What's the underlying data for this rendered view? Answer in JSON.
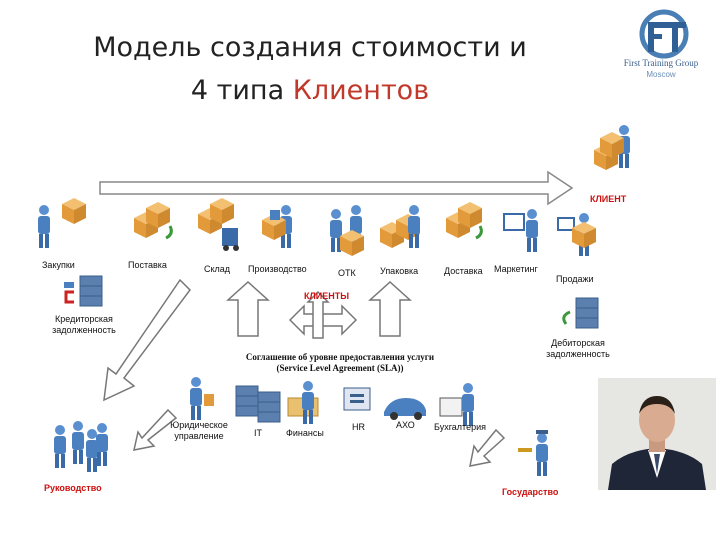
{
  "title": {
    "line1": "Модель создания стоимости и",
    "line2_prefix": "4 типа ",
    "line2_accent": "Клиентов"
  },
  "logo": {
    "text": "First Training Group",
    "sub": "Moscow"
  },
  "colors": {
    "accent": "#c0392b",
    "figure_blue": "#4a7fc0",
    "box_orange": "#e8a040",
    "green_arrow": "#3a9a3a",
    "red_arrow": "#cc2222"
  },
  "chain_labels": [
    "Закупки",
    "Поставка",
    "Склад",
    "Производство",
    "ОТК",
    "Упаковка",
    "Доставка",
    "Маркетинг"
  ],
  "client_top": "КЛИЕНТ",
  "sales": "Продажи",
  "creditor": "Кредиторская задолженность",
  "debtor": "Дебиторская задолженность",
  "clients_center": "КЛИЕНТЫ",
  "sla": {
    "line1": "Соглашение об уровне предоставления услуги",
    "line2": "(Service Level Agreement (SLA))"
  },
  "support_labels": [
    "Юридическое управление",
    "IT",
    "Финансы",
    "HR",
    "АХО",
    "Бухгалтерия"
  ],
  "management": "Руководство",
  "government": "Государство"
}
